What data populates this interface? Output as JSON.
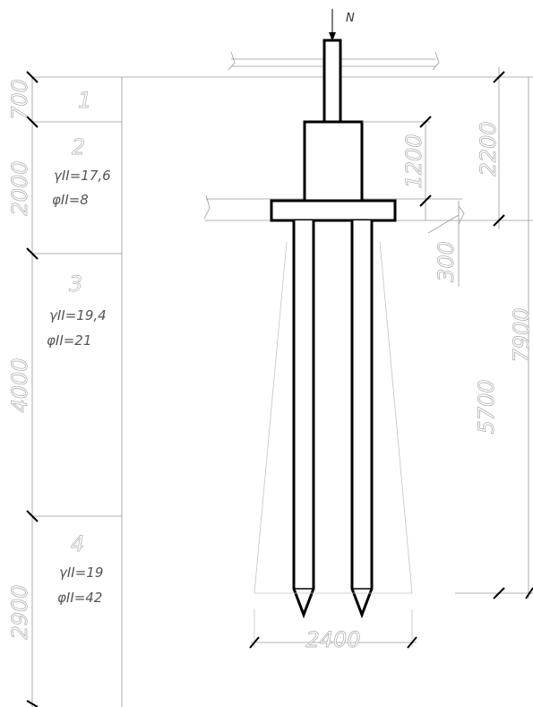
{
  "load": {
    "label": "N"
  },
  "layers": [
    {
      "number": "1",
      "thickness": "700",
      "gamma": "",
      "phi": ""
    },
    {
      "number": "2",
      "thickness": "2000",
      "gamma": "γII=17,6",
      "phi": "φII=8"
    },
    {
      "number": "3",
      "thickness": "4000",
      "gamma": "γII=19,4",
      "phi": "φII=21"
    },
    {
      "number": "4",
      "thickness": "2900",
      "gamma": "γII=19",
      "phi": "φII=42"
    }
  ],
  "dimensions": {
    "pedestal_height": "1200",
    "cap_thickness": "300",
    "cap_depth": "2200",
    "pile_length": "5700",
    "total_depth": "7900",
    "base_width": "2400"
  }
}
